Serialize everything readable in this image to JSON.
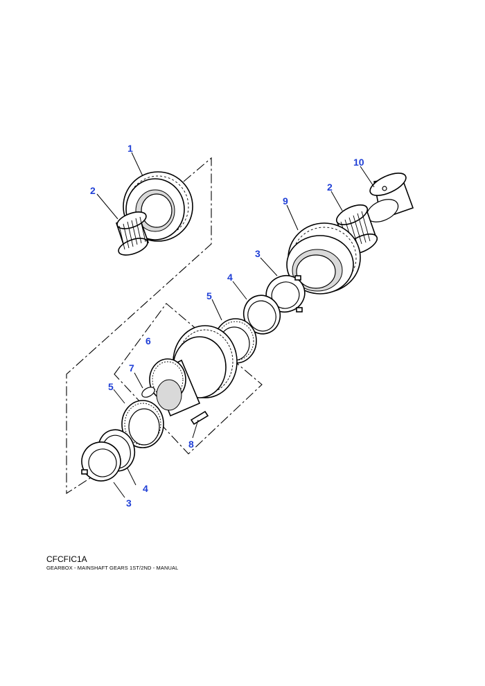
{
  "callouts": {
    "c1": "1",
    "c2a": "2",
    "c2b": "2",
    "c3a": "3",
    "c3b": "3",
    "c4a": "4",
    "c4b": "4",
    "c5a": "5",
    "c5b": "5",
    "c6": "6",
    "c7": "7",
    "c8": "8",
    "c9": "9",
    "c10": "10"
  },
  "footer": {
    "code": "CFCFIC1A",
    "caption": "GEARBOX - MAINSHAFT GEARS 1ST/2ND - MANUAL"
  },
  "colors": {
    "callout": "#1f3fd6",
    "line": "#000000"
  }
}
